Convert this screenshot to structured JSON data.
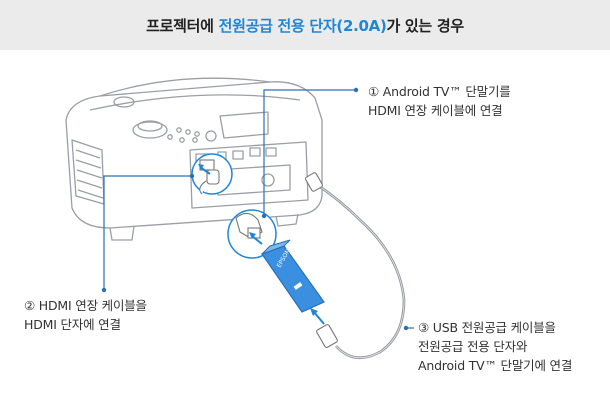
{
  "title": {
    "prefix": "프로젝터에 ",
    "highlight": "전원공급 전용 단자(2.0A)",
    "suffix": "가 있는 경우"
  },
  "steps": [
    {
      "number": "①",
      "line1": "Android TV™ 단말기를",
      "line2": "HDMI 연장 케이블에 연결"
    },
    {
      "number": "②",
      "line1": "HDMI 연장 케이블을",
      "line2": "HDMI 단자에 연결"
    },
    {
      "number": "③",
      "line1": "USB 전원공급 케이블을",
      "line2": "전원공급 전용 단자와",
      "line3": "Android TV™ 단말기에 연결"
    }
  ],
  "device_label": "EPSON",
  "colors": {
    "accent": "#1f86d6",
    "line": "#2c6fb6",
    "outline": "#9a9fa6",
    "device": "#3a8fe0"
  }
}
